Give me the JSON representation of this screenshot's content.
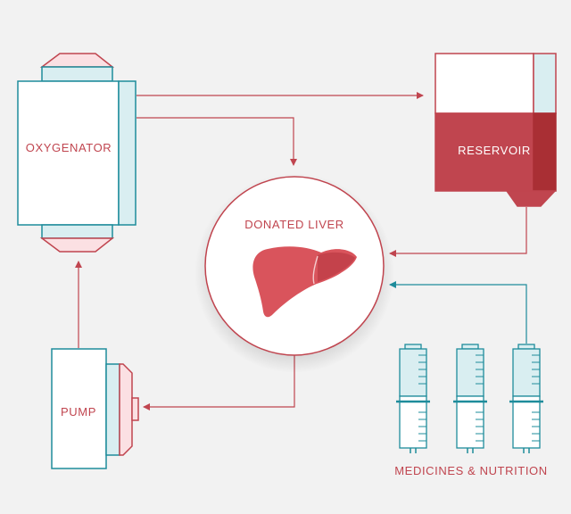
{
  "labels": {
    "oxygenator": "OXYGENATOR",
    "reservoir": "RESERVOIR",
    "donated_liver": "DONATED LIVER",
    "pump": "PUMP",
    "medicines": "MEDICINES & NUTRITION"
  },
  "colors": {
    "background": "#f2f2f2",
    "red": "#c0454f",
    "blood": "#c0454f",
    "blood_dark": "#a92f34",
    "teal": "#1e8c9b",
    "teal_light": "#d9eef1",
    "pink_light": "#fbe0e3",
    "liver": "#d9545c",
    "liver_dark": "#c4424b",
    "white": "#ffffff"
  },
  "icons": [
    "oxygenator-icon",
    "reservoir-icon",
    "liver-icon",
    "pump-icon",
    "syringe-icon"
  ]
}
